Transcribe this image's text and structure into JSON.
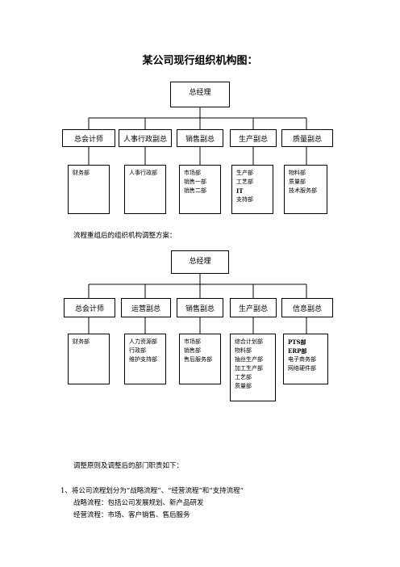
{
  "title": "某公司现行组织机构图：",
  "chart1": {
    "top": "总经理",
    "heads": [
      "总会计师",
      "人事行政副总",
      "销售副总",
      "生产副总",
      "质量副总"
    ],
    "depts": [
      [
        "财务部"
      ],
      [
        "人事行政部"
      ],
      [
        "市场部",
        "销售一部",
        "销售二部"
      ],
      [
        "生产部",
        "工艺部",
        "IT",
        "支持部"
      ],
      [
        "物料部",
        "质量部",
        "技术服务部"
      ]
    ]
  },
  "caption2": "流程重组后的组织机构调整方案：",
  "chart2": {
    "top": "总经理",
    "heads": [
      "总会计师",
      "运营副总",
      "销售副总",
      "生产副总",
      "信息副总"
    ],
    "depts": [
      [
        "财务部"
      ],
      [
        "人力资源部",
        "行政部",
        "维护支持部"
      ],
      [
        "市场部",
        "销售部",
        "售后服务部"
      ],
      [
        "综合计划部",
        "物料部",
        "抽丝生产部",
        "加工生产部",
        "工艺部",
        "质量部"
      ],
      [
        "PTS部",
        "ERP部",
        "电子商务部",
        "网络硬件部"
      ]
    ]
  },
  "principles": "调整原则及调整后的部门职责如下：",
  "item1": "1、将公司流程划分为“战略流程”、“经营流程”和“支持流程”",
  "item1a": "战略流程：包括公司发展规划、新产品研发",
  "item1b": "经营流程：市场、客户销售、售后服务"
}
